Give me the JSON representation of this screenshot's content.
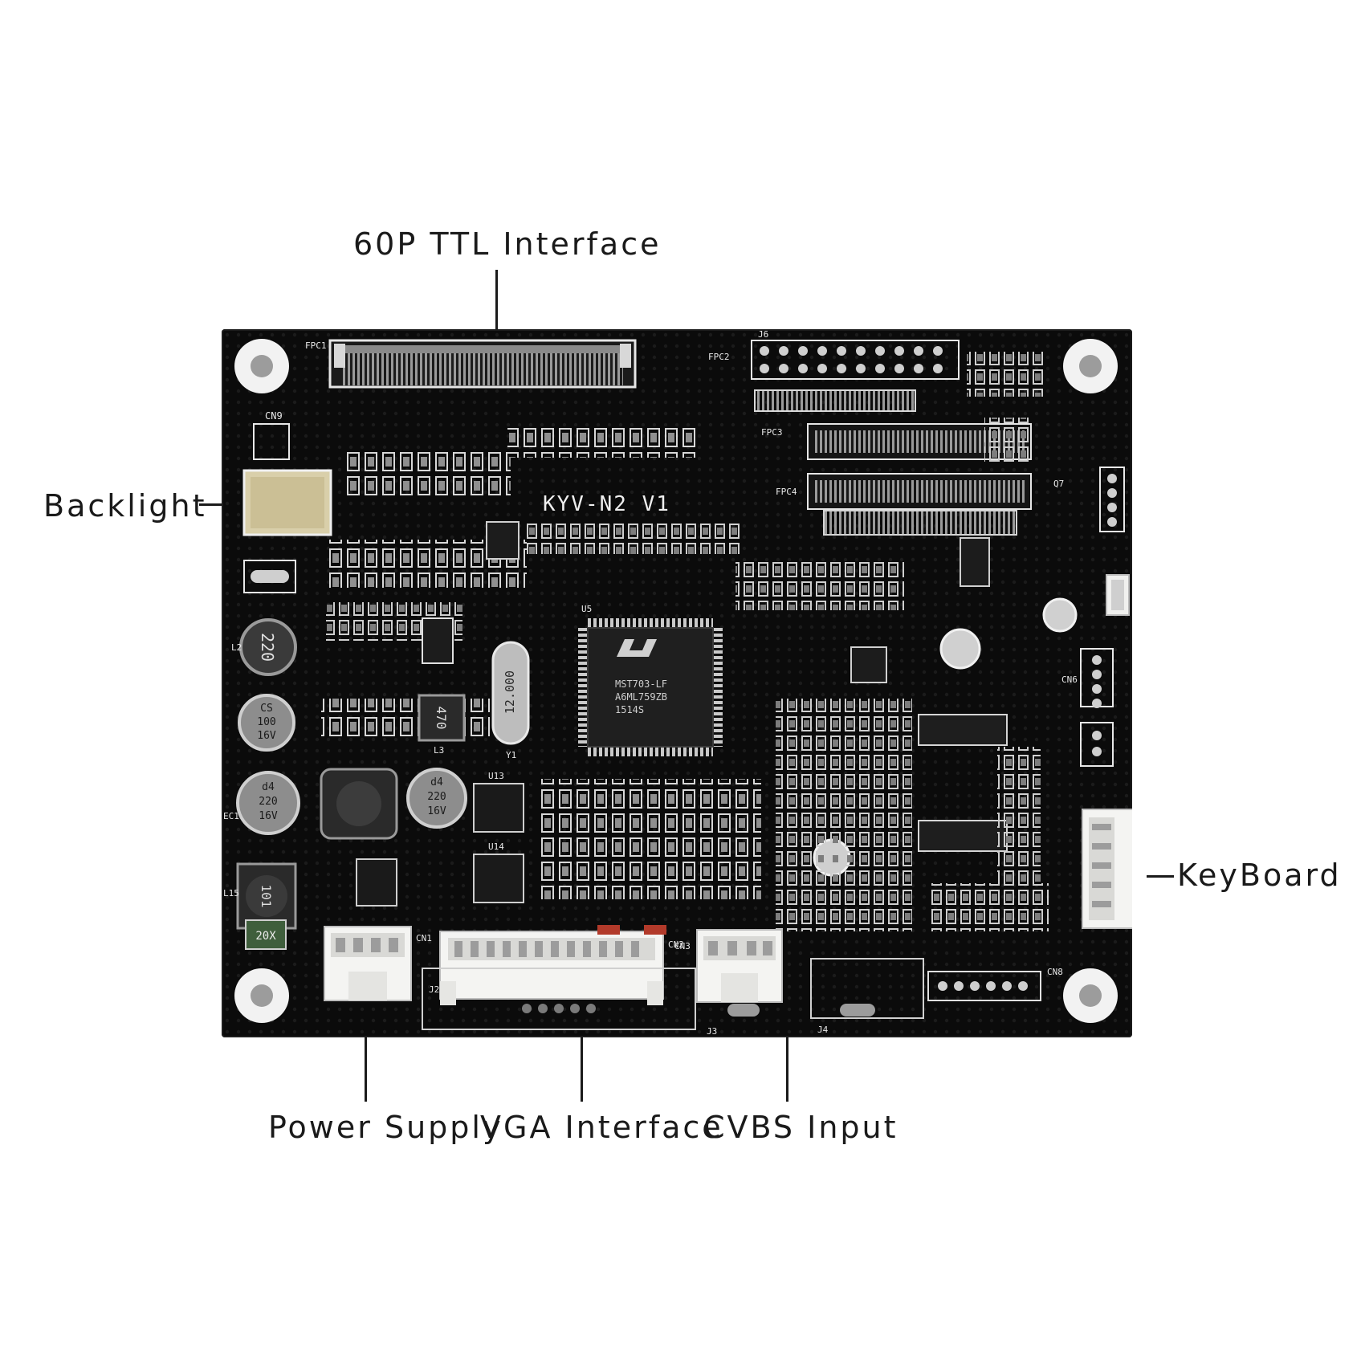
{
  "callouts": {
    "ttl": "60P TTL Interface",
    "backlight": "Backlight",
    "keyboard": "KeyBoard",
    "power": "Power Supply",
    "vga": "VGA Interface",
    "cvbs": "CVBS Input"
  },
  "board": {
    "model": "KYV-N2 V1",
    "chip_lines": [
      "MST703-LF",
      "A6ML759ZB",
      "1514S"
    ],
    "crystal": "12.000",
    "inductor_large": "220",
    "inductor_small": "470",
    "inductor_l15": "101",
    "cap_top_lines": [
      "CS",
      "100",
      "16V"
    ],
    "cap_left_lines": [
      "d4",
      "220",
      "16V"
    ],
    "cap_right_lines": [
      "d4",
      "220",
      "16V"
    ],
    "fuse": "20X",
    "silk": {
      "fpc1": "FPC1",
      "cn9": "CN9",
      "j6": "J6",
      "fpc2": "FPC2",
      "fpc3": "FPC3",
      "fpc4": "FPC4",
      "cn1": "CN1",
      "cn2": "CN2",
      "cn3": "CN3",
      "j2": "J2",
      "j3": "J3",
      "j4": "J4",
      "cn8": "CN8",
      "y1": "Y1",
      "u5": "U5",
      "l2": "L2",
      "l3": "L3",
      "ec1": "EC1",
      "l15": "L15",
      "u14": "U14",
      "u13": "U13",
      "q7": "Q7",
      "cn6": "CN6"
    }
  },
  "colors": {
    "board": "#0b0b0b",
    "silk": "#e8e8e8",
    "pad": "#bfbfbf",
    "connector": "#f4f4f2"
  }
}
